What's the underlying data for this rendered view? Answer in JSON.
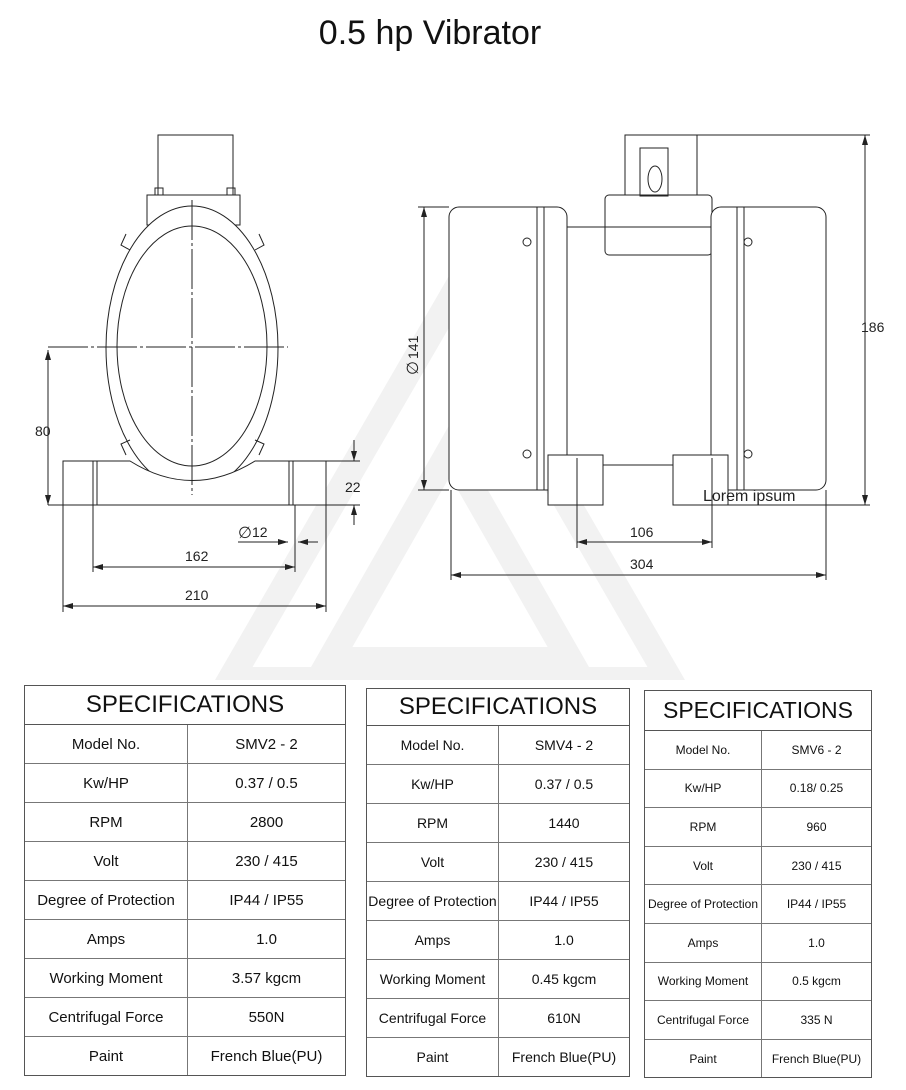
{
  "title": "0.5 hp Vibrator",
  "drawing": {
    "front_view": {
      "dim_80": "80",
      "dim_22": "22",
      "dim_hole": "12",
      "dim_162": "162",
      "dim_210": "210"
    },
    "side_view": {
      "dim_141": "141",
      "dim_186": "186",
      "dim_106": "106",
      "dim_304": "304",
      "label": "Lorem ipsum"
    },
    "diameter_symbol": "∅"
  },
  "tables": [
    {
      "heading": "SPECIFICATIONS",
      "rows": [
        {
          "label": "Model No.",
          "value": "SMV2 - 2"
        },
        {
          "label": "Kw/HP",
          "value": "0.37 / 0.5"
        },
        {
          "label": "RPM",
          "value": "2800"
        },
        {
          "label": "Volt",
          "value": "230 / 415"
        },
        {
          "label": "Degree of Protection",
          "value": "IP44 / IP55"
        },
        {
          "label": "Amps",
          "value": "1.0"
        },
        {
          "label": "Working Moment",
          "value": "3.57 kgcm"
        },
        {
          "label": "Centrifugal Force",
          "value": "550N"
        },
        {
          "label": "Paint",
          "value": "French Blue(PU)"
        }
      ]
    },
    {
      "heading": "SPECIFICATIONS",
      "rows": [
        {
          "label": "Model No.",
          "value": "SMV4 - 2"
        },
        {
          "label": "Kw/HP",
          "value": "0.37 / 0.5"
        },
        {
          "label": "RPM",
          "value": "1440"
        },
        {
          "label": "Volt",
          "value": "230 / 415"
        },
        {
          "label": "Degree of Protection",
          "value": "IP44 / IP55"
        },
        {
          "label": "Amps",
          "value": "1.0"
        },
        {
          "label": "Working Moment",
          "value": "0.45 kgcm"
        },
        {
          "label": "Centrifugal Force",
          "value": "610N"
        },
        {
          "label": "Paint",
          "value": "French Blue(PU)"
        }
      ]
    },
    {
      "heading": "SPECIFICATIONS",
      "rows": [
        {
          "label": "Model No.",
          "value": "SMV6 - 2"
        },
        {
          "label": "Kw/HP",
          "value": "0.18/ 0.25"
        },
        {
          "label": "RPM",
          "value": "960"
        },
        {
          "label": "Volt",
          "value": "230 / 415"
        },
        {
          "label": "Degree of Protection",
          "value": "IP44 / IP55"
        },
        {
          "label": "Amps",
          "value": "1.0"
        },
        {
          "label": "Working Moment",
          "value": "0.5 kgcm"
        },
        {
          "label": "Centrifugal Force",
          "value": "335 N"
        },
        {
          "label": "Paint",
          "value": "French Blue(PU)"
        }
      ]
    }
  ]
}
